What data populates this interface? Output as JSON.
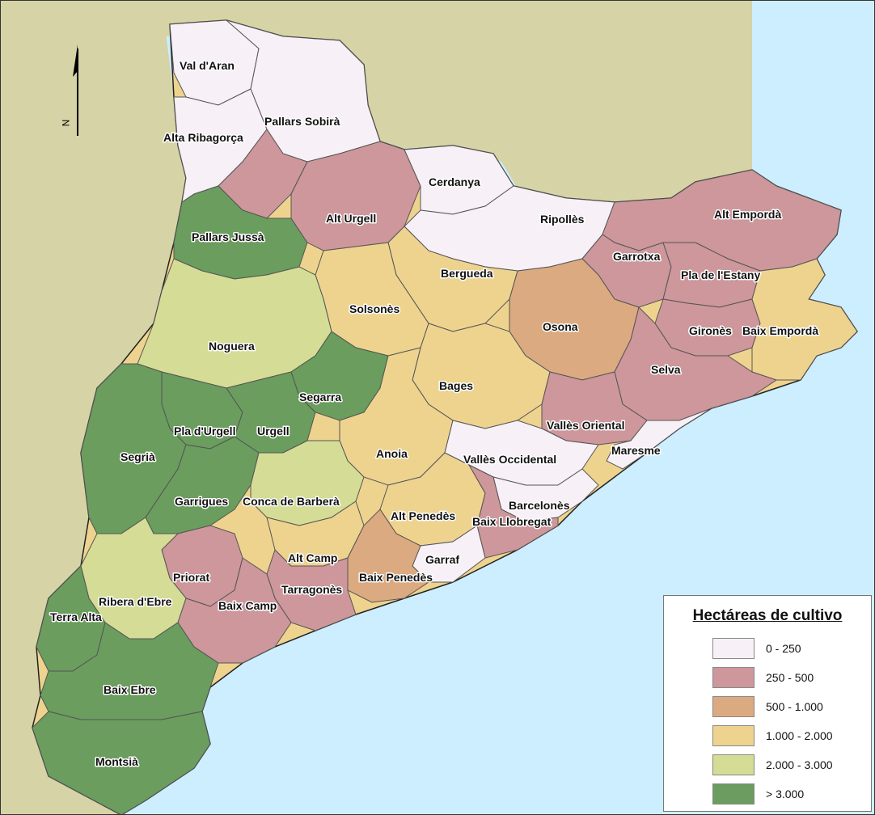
{
  "map": {
    "north_label": "N",
    "colors": {
      "sea": "#cdeeff",
      "land_outside": "#d6d3a6",
      "c0": "#f7f0f7",
      "c1": "#cd979b",
      "c2": "#dcaa80",
      "c3": "#eed38f",
      "c4": "#d5dc95",
      "c5": "#6a9d5e"
    },
    "comarcas": [
      {
        "label": "Val d'Aran",
        "class": 0
      },
      {
        "label": "Pallars Sobirà",
        "class": 0
      },
      {
        "label": "Alta Ribagorça",
        "class": 0
      },
      {
        "label": "Cerdanya",
        "class": 0
      },
      {
        "label": "Alt Urgell",
        "class": 1
      },
      {
        "label": "Ripollès",
        "class": 0
      },
      {
        "label": "Alt Empordà",
        "class": 1
      },
      {
        "label": "Pallars Jussà",
        "class": 5
      },
      {
        "label": "Garrotxa",
        "class": 1
      },
      {
        "label": "Pla de l'Estany",
        "class": 1
      },
      {
        "label": "Bergueda",
        "class": 0
      },
      {
        "label": "Solsonès",
        "class": 3
      },
      {
        "label": "Osona",
        "class": 2
      },
      {
        "label": "Gironès",
        "class": 1
      },
      {
        "label": "Baix Empordà",
        "class": 3
      },
      {
        "label": "Noguera",
        "class": 5
      },
      {
        "label": "Selva",
        "class": 1
      },
      {
        "label": "Bages",
        "class": 3
      },
      {
        "label": "Segarra",
        "class": 5
      },
      {
        "label": "Vallès Oriental",
        "class": 1
      },
      {
        "label": "Pla d'Urgell",
        "class": 5
      },
      {
        "label": "Urgell",
        "class": 5
      },
      {
        "label": "Maresme",
        "class": 0
      },
      {
        "label": "Segrià",
        "class": 5
      },
      {
        "label": "Anoia",
        "class": 3
      },
      {
        "label": "Vallès Occidental",
        "class": 0
      },
      {
        "label": "Garrigues",
        "class": 5
      },
      {
        "label": "Conca de Barberà",
        "class": 4
      },
      {
        "label": "Alt Penedès",
        "class": 3
      },
      {
        "label": "Barcelonès",
        "class": 0
      },
      {
        "label": "Baix Llobregat",
        "class": 1
      },
      {
        "label": "Alt Camp",
        "class": 3
      },
      {
        "label": "Garraf",
        "class": 0
      },
      {
        "label": "Priorat",
        "class": 1
      },
      {
        "label": "Baix Penedès",
        "class": 2
      },
      {
        "label": "Tarragonès",
        "class": 1
      },
      {
        "label": "Ribera d'Ebre",
        "class": 4
      },
      {
        "label": "Baix Camp",
        "class": 1
      },
      {
        "label": "Terra Alta",
        "class": 5
      },
      {
        "label": "Baix Ebre",
        "class": 5
      },
      {
        "label": "Montsià",
        "class": 5
      }
    ]
  },
  "legend": {
    "title": "Hectáreas de cultivo",
    "items": [
      {
        "label": "0 - 250",
        "color": "#f7f0f7"
      },
      {
        "label": "250 - 500",
        "color": "#cd979b"
      },
      {
        "label": "500 - 1.000",
        "color": "#dcaa80"
      },
      {
        "label": "1.000 - 2.000",
        "color": "#eed38f"
      },
      {
        "label": "2.000 - 3.000",
        "color": "#d5dc95"
      },
      {
        "label": "> 3.000",
        "color": "#6a9d5e"
      }
    ]
  }
}
